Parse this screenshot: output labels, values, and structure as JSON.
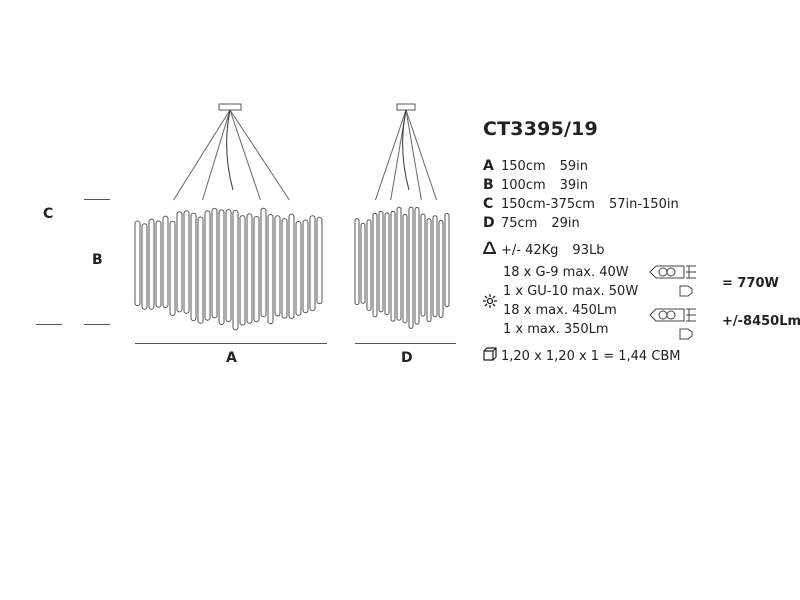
{
  "product": {
    "code": "CT3395/19"
  },
  "drawing_labels": {
    "a": "A",
    "b": "B",
    "c": "C",
    "d": "D"
  },
  "dimensions": [
    {
      "key": "A",
      "metric": "150cm",
      "imperial": "59in"
    },
    {
      "key": "B",
      "metric": "100cm",
      "imperial": "39in"
    },
    {
      "key": "C",
      "metric": "150cm-375cm",
      "imperial": "57in-150in"
    },
    {
      "key": "D",
      "metric": "75cm",
      "imperial": "29in"
    }
  ],
  "weight": {
    "icon": "weight-icon",
    "metric": "+/- 42Kg",
    "imperial": "93Lb"
  },
  "lighting": {
    "icon": "light-bulb-sun-icon",
    "lines": [
      "18 x G-9 max. 40W",
      "1 x GU-10 max. 50W",
      "18 x max. 450Lm",
      "1 x max. 350Lm"
    ],
    "total_power": "= 770W",
    "total_lumen": "+/-8450Lm"
  },
  "packaging": {
    "icon": "box-icon",
    "text": "1,20 x 1,20 x 1 = 1,44 CBM"
  }
}
